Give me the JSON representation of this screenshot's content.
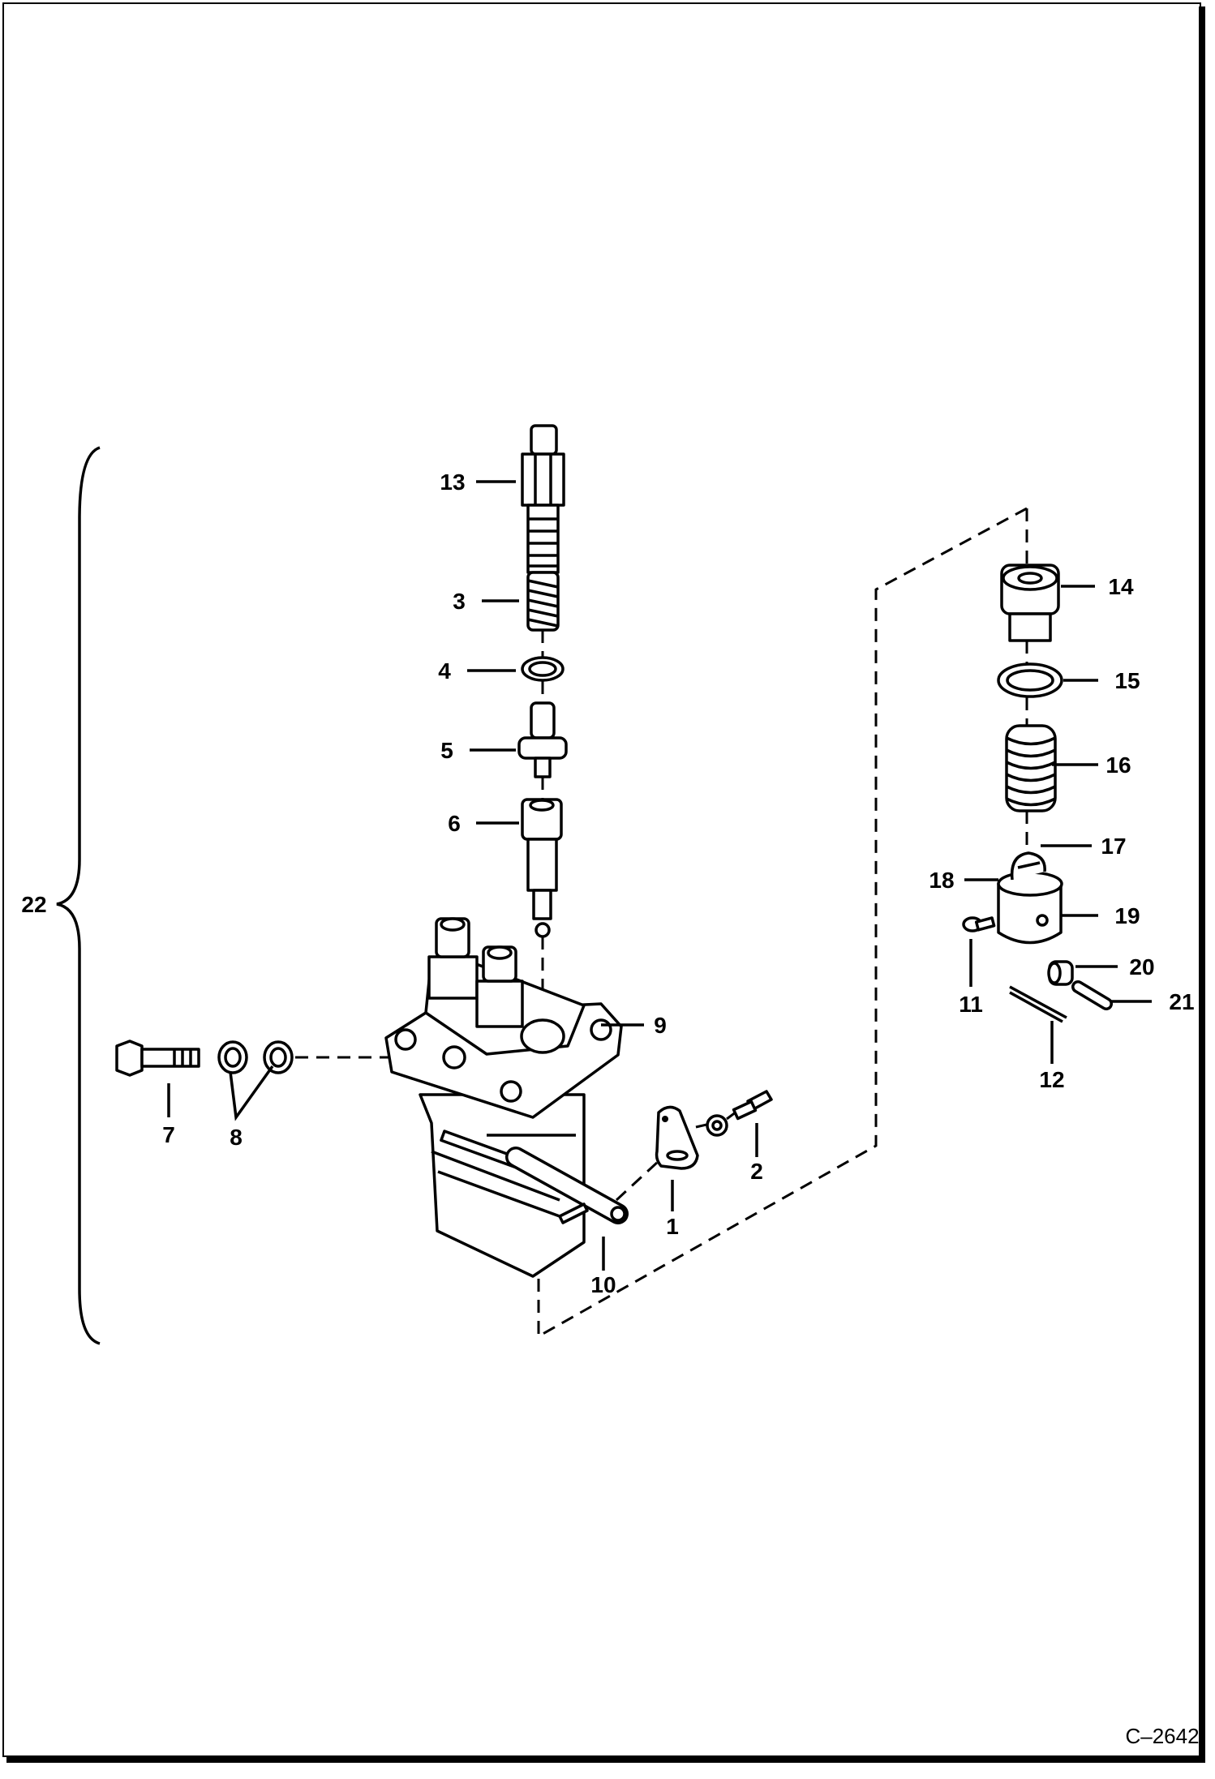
{
  "figure_id": "C–2642",
  "assembly_label": "22",
  "callouts": [
    "1",
    "2",
    "3",
    "4",
    "5",
    "6",
    "7",
    "8",
    "9",
    "10",
    "11",
    "12",
    "13",
    "14",
    "15",
    "16",
    "17",
    "18",
    "19",
    "20",
    "21"
  ]
}
